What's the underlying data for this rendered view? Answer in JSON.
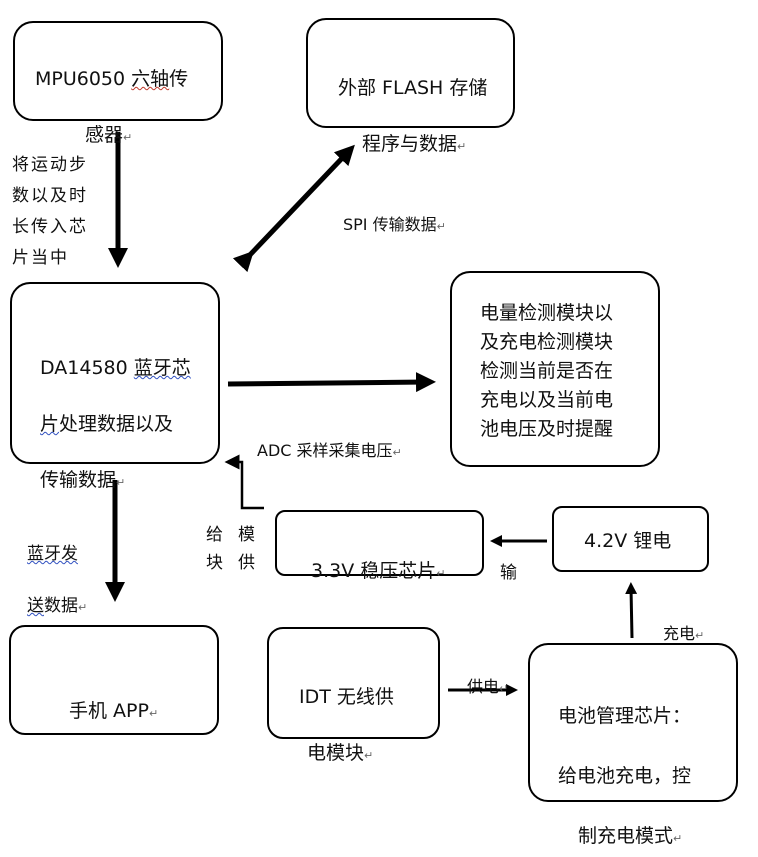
{
  "boxes": {
    "mpu_a": "MPU6050 ",
    "mpu_b": "六轴",
    "mpu_c": "传",
    "mpu_d": "感器",
    "flash_a": "外部 FLASH 存储",
    "flash_b": "程序与数据",
    "da_a": "DA14580  ",
    "da_b": "蓝牙芯",
    "da_c": "片",
    "da_d": "处理数据以及",
    "da_e": "传输数据",
    "adc_box": "电量检测模块以\n及充电检测模块\n检测当前是否在\n充电以及当前电\n池电压及时提醒",
    "reg": "3.3V  稳压芯片",
    "li": "4.2V  锂电",
    "phone": "手机 APP",
    "idt_a": "IDT 无线供",
    "idt_b": "电模块",
    "bms_a": "电池管理芯片：",
    "bms_b": "给电池充电，控",
    "bms_c": "制充电模式"
  },
  "labels": {
    "motion": "将运动步\n数以及时\n长传入芯\n片当中",
    "spi": "SPI 传输数据",
    "adc": "ADC 采样采集电压",
    "ble_a": "蓝牙发",
    "ble_b": "送",
    "ble_c": "数据",
    "supply_col1": "给\n块",
    "supply_col2": "模\n供",
    "output": "输",
    "charge": "充电",
    "power": "供电"
  },
  "mark": "↵"
}
